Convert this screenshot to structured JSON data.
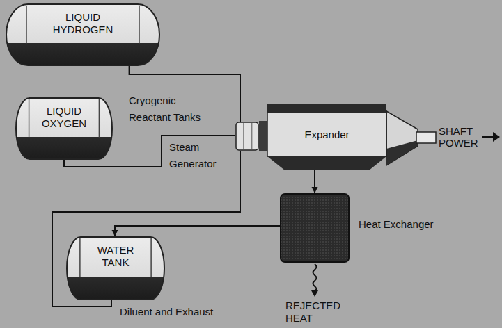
{
  "diagram": {
    "nodes": [
      {
        "text": [
          "LIQUID HYDROGEN"
        ]
      },
      {
        "text": [
          "LIQUID OXYGEN"
        ]
      },
      {
        "text": [
          "Steam Generator"
        ]
      },
      {
        "text": [
          "Expander"
        ]
      },
      {
        "text": [
          "Heat Exchanger"
        ]
      },
      {
        "text": [
          "WATER TANK"
        ]
      }
    ],
    "edges": [
      {
        "from": 0,
        "to": 2,
        "arrow": "none"
      },
      {
        "from": 1,
        "to": 2,
        "arrow": "none"
      },
      {
        "from": 5,
        "to": 2,
        "arrow": "none"
      },
      {
        "from": 2,
        "to": 3,
        "arrow": "none"
      },
      {
        "from": 3,
        "to": 4,
        "arrow": "to"
      },
      {
        "from": 4,
        "to": 5,
        "arrow": "to"
      }
    ],
    "labels": [
      "Cryogenic Reactant Tanks",
      "SHAFT POWER",
      "Diluent and Exhaust",
      "REJECTED HEAT"
    ]
  }
}
